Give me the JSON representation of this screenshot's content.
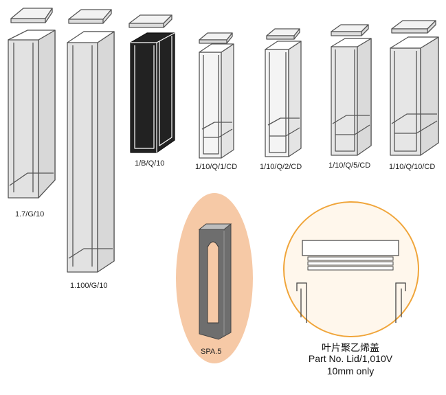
{
  "cuvettes": [
    {
      "id": "c1",
      "label": "1.7/G/10"
    },
    {
      "id": "c2",
      "label": "1.100/G/10"
    },
    {
      "id": "c3",
      "label": "1/B/Q/10"
    },
    {
      "id": "c4",
      "label": "1/10/Q/1/CD"
    },
    {
      "id": "c5",
      "label": "1/10/Q/2/CD"
    },
    {
      "id": "c6",
      "label": "1/10/Q/5/CD"
    },
    {
      "id": "c7",
      "label": "1/10/Q/10/CD"
    }
  ],
  "spacer": {
    "label": "SPA.5"
  },
  "lid_callout": {
    "title": "叶片聚乙烯盖",
    "part_no": "Part No. Lid/1,010V",
    "note": "10mm only"
  },
  "colors": {
    "outline": "#555555",
    "glass": "#e6e6e6",
    "black_cell": "#222222",
    "spacer_bg": "#f6c9a6",
    "callout_ring": "#f0a53a",
    "callout_fill": "#fff7ec"
  }
}
